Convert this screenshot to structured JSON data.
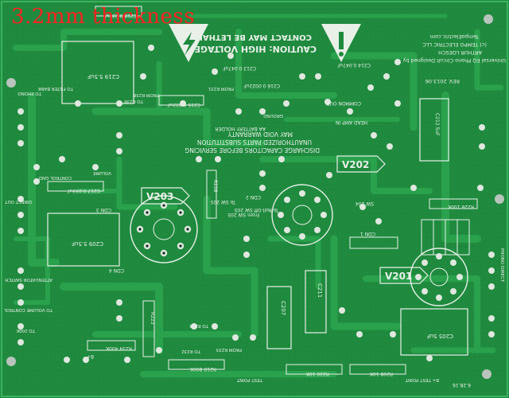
{
  "overlay": {
    "thickness_label": "3.2mm thickness",
    "color": "#ff2020"
  },
  "board": {
    "colors": {
      "base": "#1f8a3e",
      "trace": "#2aa14c",
      "silk": "#e8f0e8",
      "pad": "#dfe8df",
      "hole": "#0c2a14",
      "mount_hole": "#b8c4bc"
    },
    "warning": {
      "line1": "CAUTION: HIGH VOLTAGE!",
      "line2": "CONTACT MAY BE LETHAL!",
      "icon": "high-voltage-warning-icon"
    },
    "disclaimer": {
      "line1": "DISCHARGE CAPACITORS BEFORE SERVICING",
      "line2": "UNAUTHORIZED PARTS SUBSTITUTION",
      "line3": "MAY VOID WARRANTY"
    },
    "credits": {
      "line1": "Universal EQ Phono Circuit Designed by",
      "line2": "ARTHUR LOESCH",
      "line3": "(c) TEMPO ELECTRIC LLC",
      "line4": "TempoElectric.com",
      "rev": "REV. 2013.06"
    },
    "tubes": {
      "v201": "V201",
      "v202": "V202",
      "v203": "V203"
    },
    "components": {
      "c219": "C219 5.5uF",
      "c218_small": "C218 0.033uF",
      "c213": "C213 0.047uF",
      "c215": "C215 0.022uF",
      "c216": "C216 0.0022uF",
      "c214": "C214 0.047uF",
      "c217": "C217 0.033uF",
      "c209": "C209 5.5uF",
      "c212": "C212 5uF",
      "c205": "C205 5uF",
      "c207": "C207",
      "c211": "C211",
      "r219": "R219 800K",
      "r220": "R220 10K",
      "r208": "R208 10K",
      "r226": "R226 100K",
      "r234": "R234 400K",
      "r223": "R223",
      "r228": "R228"
    },
    "labels": {
      "common_out": "COMMON OUT",
      "head_amp_in": "HEAD AMP IN",
      "battery_holder": "AA BATTERY HOLDER",
      "cdn1": "CDN 1",
      "cdn2": "CDN 2",
      "cdn3": "CDN 3",
      "cdn4": "CDN 4",
      "to_phono": "TO PHONO",
      "to_filter_bank": "TO FILTER BANK",
      "from_r238": "FROM R238",
      "to_r238": "TO R238",
      "from_r231": "FROM R231",
      "to_r232": "TO R232",
      "from_r233": "FROM R233",
      "to_r233": "TO R233",
      "from_sw205": "From SW 205",
      "to_sw205": "To SW 205",
      "to_rolloff": "To Roll-Off SW 205",
      "sw204": "SW 204",
      "direct_out": "DIRECT OUT",
      "control_gnd": "CONTROL GND",
      "volume": "VOLUME",
      "attenuator": "ATTENUATOR SWITCH",
      "to_volume": "TO VOLUME CONTROL",
      "to_200k": "TO 200K",
      "ground": "GROUND",
      "bplus": "B+",
      "phono_direct": "PHONO DIRECT",
      "b_test": "B+ TEST POINT",
      "test_point": "TEST POINT",
      "date": "6.28.16"
    }
  }
}
